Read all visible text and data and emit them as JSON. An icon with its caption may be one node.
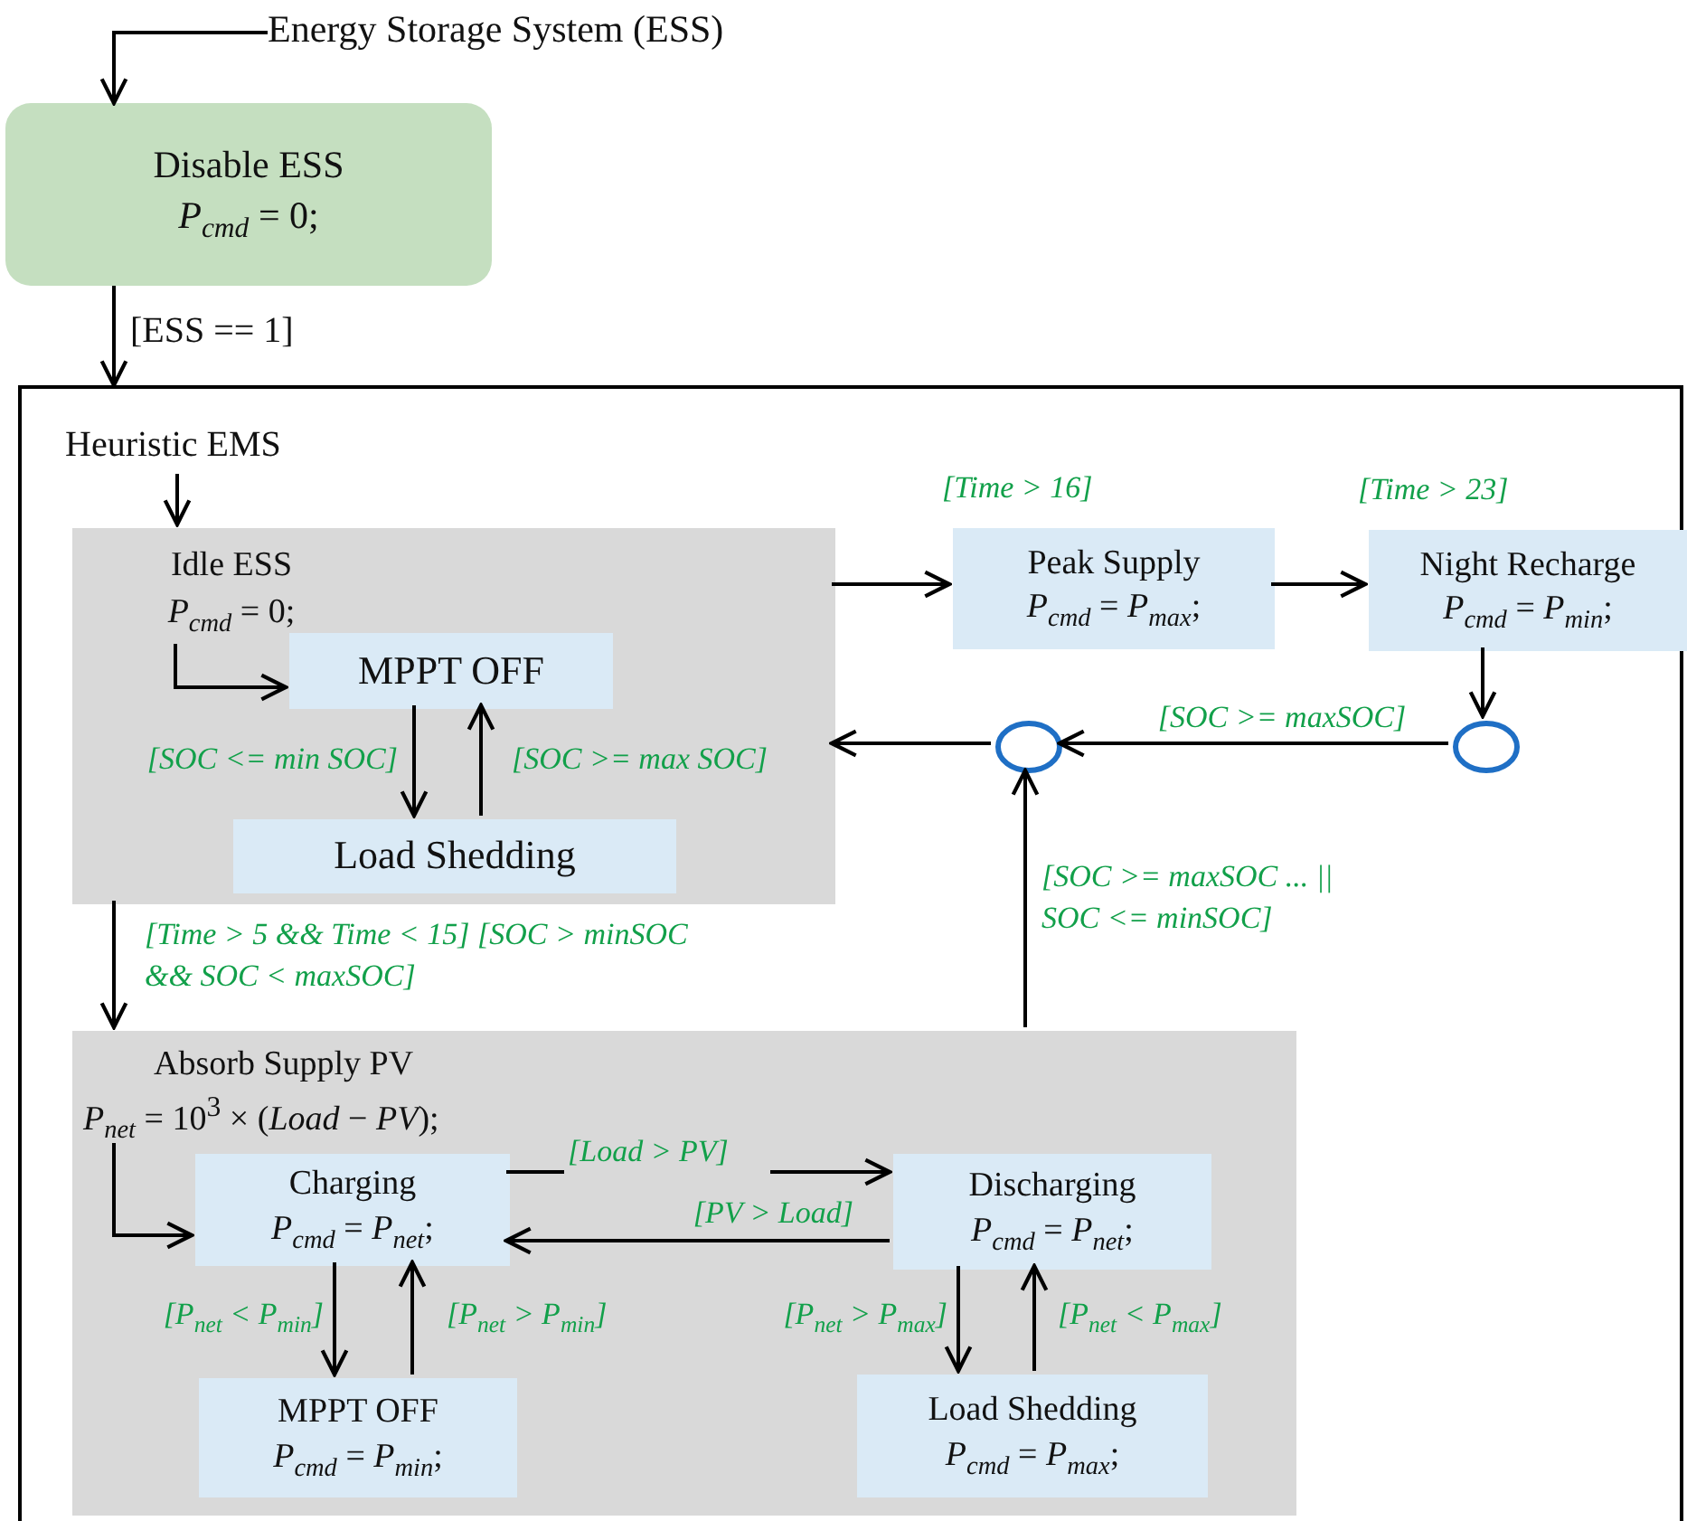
{
  "diagram": {
    "nodes": [
      {
        "text": [
          "Energy Storage System (ESS)"
        ]
      },
      {
        "text": [
          "Disable ESS",
          "*P*$_{cmd}$ = 0;"
        ]
      },
      {
        "text": [
          "Heuristic EMS"
        ]
      },
      {
        "text": [
          "Idle ESS",
          "*P*$_{cmd}$ = 0;"
        ],
        "in": 2
      },
      {
        "text": [
          "MPPT OFF"
        ],
        "in": 3
      },
      {
        "text": [
          "Load Shedding"
        ],
        "in": 3
      },
      {
        "text": [
          "Peak Supply",
          "*P*$_{cmd}$ = *P*$_{max}$;"
        ],
        "in": 2,
        "beside": [
          "[Time > 16]"
        ]
      },
      {
        "text": [
          "Night Recharge",
          "*P*$_{cmd}$ = *P*$_{min}$;"
        ],
        "in": 2,
        "beside": [
          "[Time > 23]"
        ]
      },
      {
        "text": [],
        "shape": "circle",
        "in": 2
      },
      {
        "text": [],
        "shape": "circle",
        "in": 2
      },
      {
        "text": [
          "Absorb Supply PV",
          "*P*$_{net}$ = 10$^{3}$ × (*Load* − *PV*);"
        ],
        "in": 2
      },
      {
        "text": [
          "Charging",
          "*P*$_{cmd}$ = *P*$_{net}$;"
        ],
        "in": 10
      },
      {
        "text": [
          "Discharging",
          "*P*$_{cmd}$ = *P*$_{net}$;"
        ],
        "in": 10
      },
      {
        "text": [
          "MPPT OFF",
          "*P*$_{cmd}$ = *P*$_{min}$;"
        ],
        "in": 10
      },
      {
        "text": [
          "Load Shedding",
          "*P*$_{cmd}$ = *P*$_{max}$;"
        ],
        "in": 10
      }
    ],
    "edges": [
      {
        "from": 0,
        "to": 1,
        "arrow": "to"
      },
      {
        "from": 1,
        "to": 2,
        "arrow": "to",
        "label": "[ESS == 1]"
      },
      {
        "from": null,
        "to": 3,
        "arrow": "to"
      },
      {
        "from": 3,
        "to": 4,
        "arrow": "to"
      },
      {
        "from": 4,
        "to": 5,
        "arrow": "to",
        "label": "[SOC <= min SOC]"
      },
      {
        "from": 5,
        "to": 4,
        "arrow": "to",
        "label": "[SOC >= max SOC]"
      },
      {
        "from": 3,
        "to": 6,
        "arrow": "to"
      },
      {
        "from": 6,
        "to": 7,
        "arrow": "to"
      },
      {
        "from": 7,
        "to": 9,
        "arrow": "to"
      },
      {
        "from": 9,
        "to": 8,
        "arrow": "to",
        "label": "[SOC >= maxSOC]"
      },
      {
        "from": 8,
        "to": 3,
        "arrow": "to"
      },
      {
        "from": 10,
        "to": 8,
        "arrow": "to",
        "label": "[SOC >= maxSOC ... || SOC <= minSOC]"
      },
      {
        "from": 3,
        "to": 10,
        "arrow": "to",
        "label": "[Time > 5 && Time < 15] [SOC > minSOC && SOC < maxSOC]"
      },
      {
        "from": 10,
        "to": 11,
        "arrow": "to"
      },
      {
        "from": 11,
        "to": 12,
        "arrow": "to",
        "label": "[Load > PV]"
      },
      {
        "from": 12,
        "to": 11,
        "arrow": "to",
        "label": "[PV > Load]"
      },
      {
        "from": 11,
        "to": 13,
        "arrow": "to",
        "label": "[P$_{net}$ < P$_{min}$]"
      },
      {
        "from": 13,
        "to": 11,
        "arrow": "to",
        "label": "[P$_{net}$ > P$_{min}$]"
      },
      {
        "from": 12,
        "to": 14,
        "arrow": "to",
        "label": "[P$_{net}$ > P$_{max}$]"
      },
      {
        "from": 14,
        "to": 12,
        "arrow": "to",
        "label": "[P$_{net}$ < P$_{max}$]"
      }
    ]
  }
}
